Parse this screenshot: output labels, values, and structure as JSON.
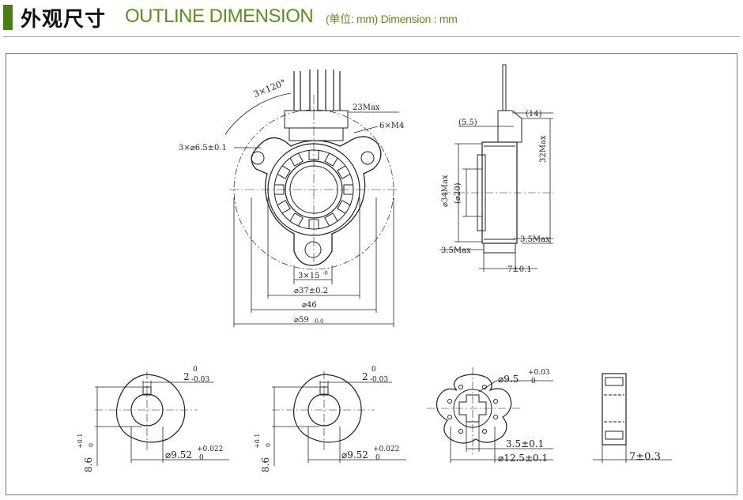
{
  "header": {
    "title_cn": "外观尺寸",
    "title_en": "OUTLINE DIMENSION",
    "unit_note": "(单位: mm) Dimension : mm",
    "accent_color": "#5b8f1e",
    "accent_bar_color": "#4a7d14"
  },
  "front_view": {
    "angle": "3×120°",
    "width_max": "23Max",
    "screws": "6×M4",
    "holes": "3×⌀6.5±0.1",
    "slot": "3×15",
    "slot_tol": "-0",
    "d_inner": "⌀37±0.2",
    "d_mid": "⌀46",
    "d_outer": "⌀59",
    "d_outer_tol": "-0.0"
  },
  "side_view": {
    "d14": "(14)",
    "d55": "(5.5)",
    "h32": "32Max",
    "d34": "⌀34Max",
    "d20": "(⌀20)",
    "right_35": "3.5Max",
    "left_35": "3.5Max",
    "thick7": "7±0.1"
  },
  "rotor_a": {
    "key_w": "2",
    "key_tol_up": "0",
    "key_tol_dn": "-0.03",
    "height": "8.6",
    "h_tol_up": "+0.1",
    "h_tol_dn": "0",
    "bore": "⌀9.52",
    "bore_tol_up": "+0.022",
    "bore_tol_dn": "0"
  },
  "rotor_b": {
    "key_w": "2",
    "key_tol_up": "0",
    "key_tol_dn": "-0.03",
    "height": "8.6",
    "h_tol_up": "+0.1",
    "h_tol_dn": "0",
    "bore": "⌀9.52",
    "bore_tol_up": "+0.022",
    "bore_tol_dn": "0"
  },
  "rotor_c": {
    "bore": "⌀9.5",
    "bore_tol_up": "+0.03",
    "bore_tol_dn": "0",
    "width": "3.5±0.1",
    "outer": "⌀12.5±0.1"
  },
  "rotor_side": {
    "thick": "7±0.3"
  }
}
